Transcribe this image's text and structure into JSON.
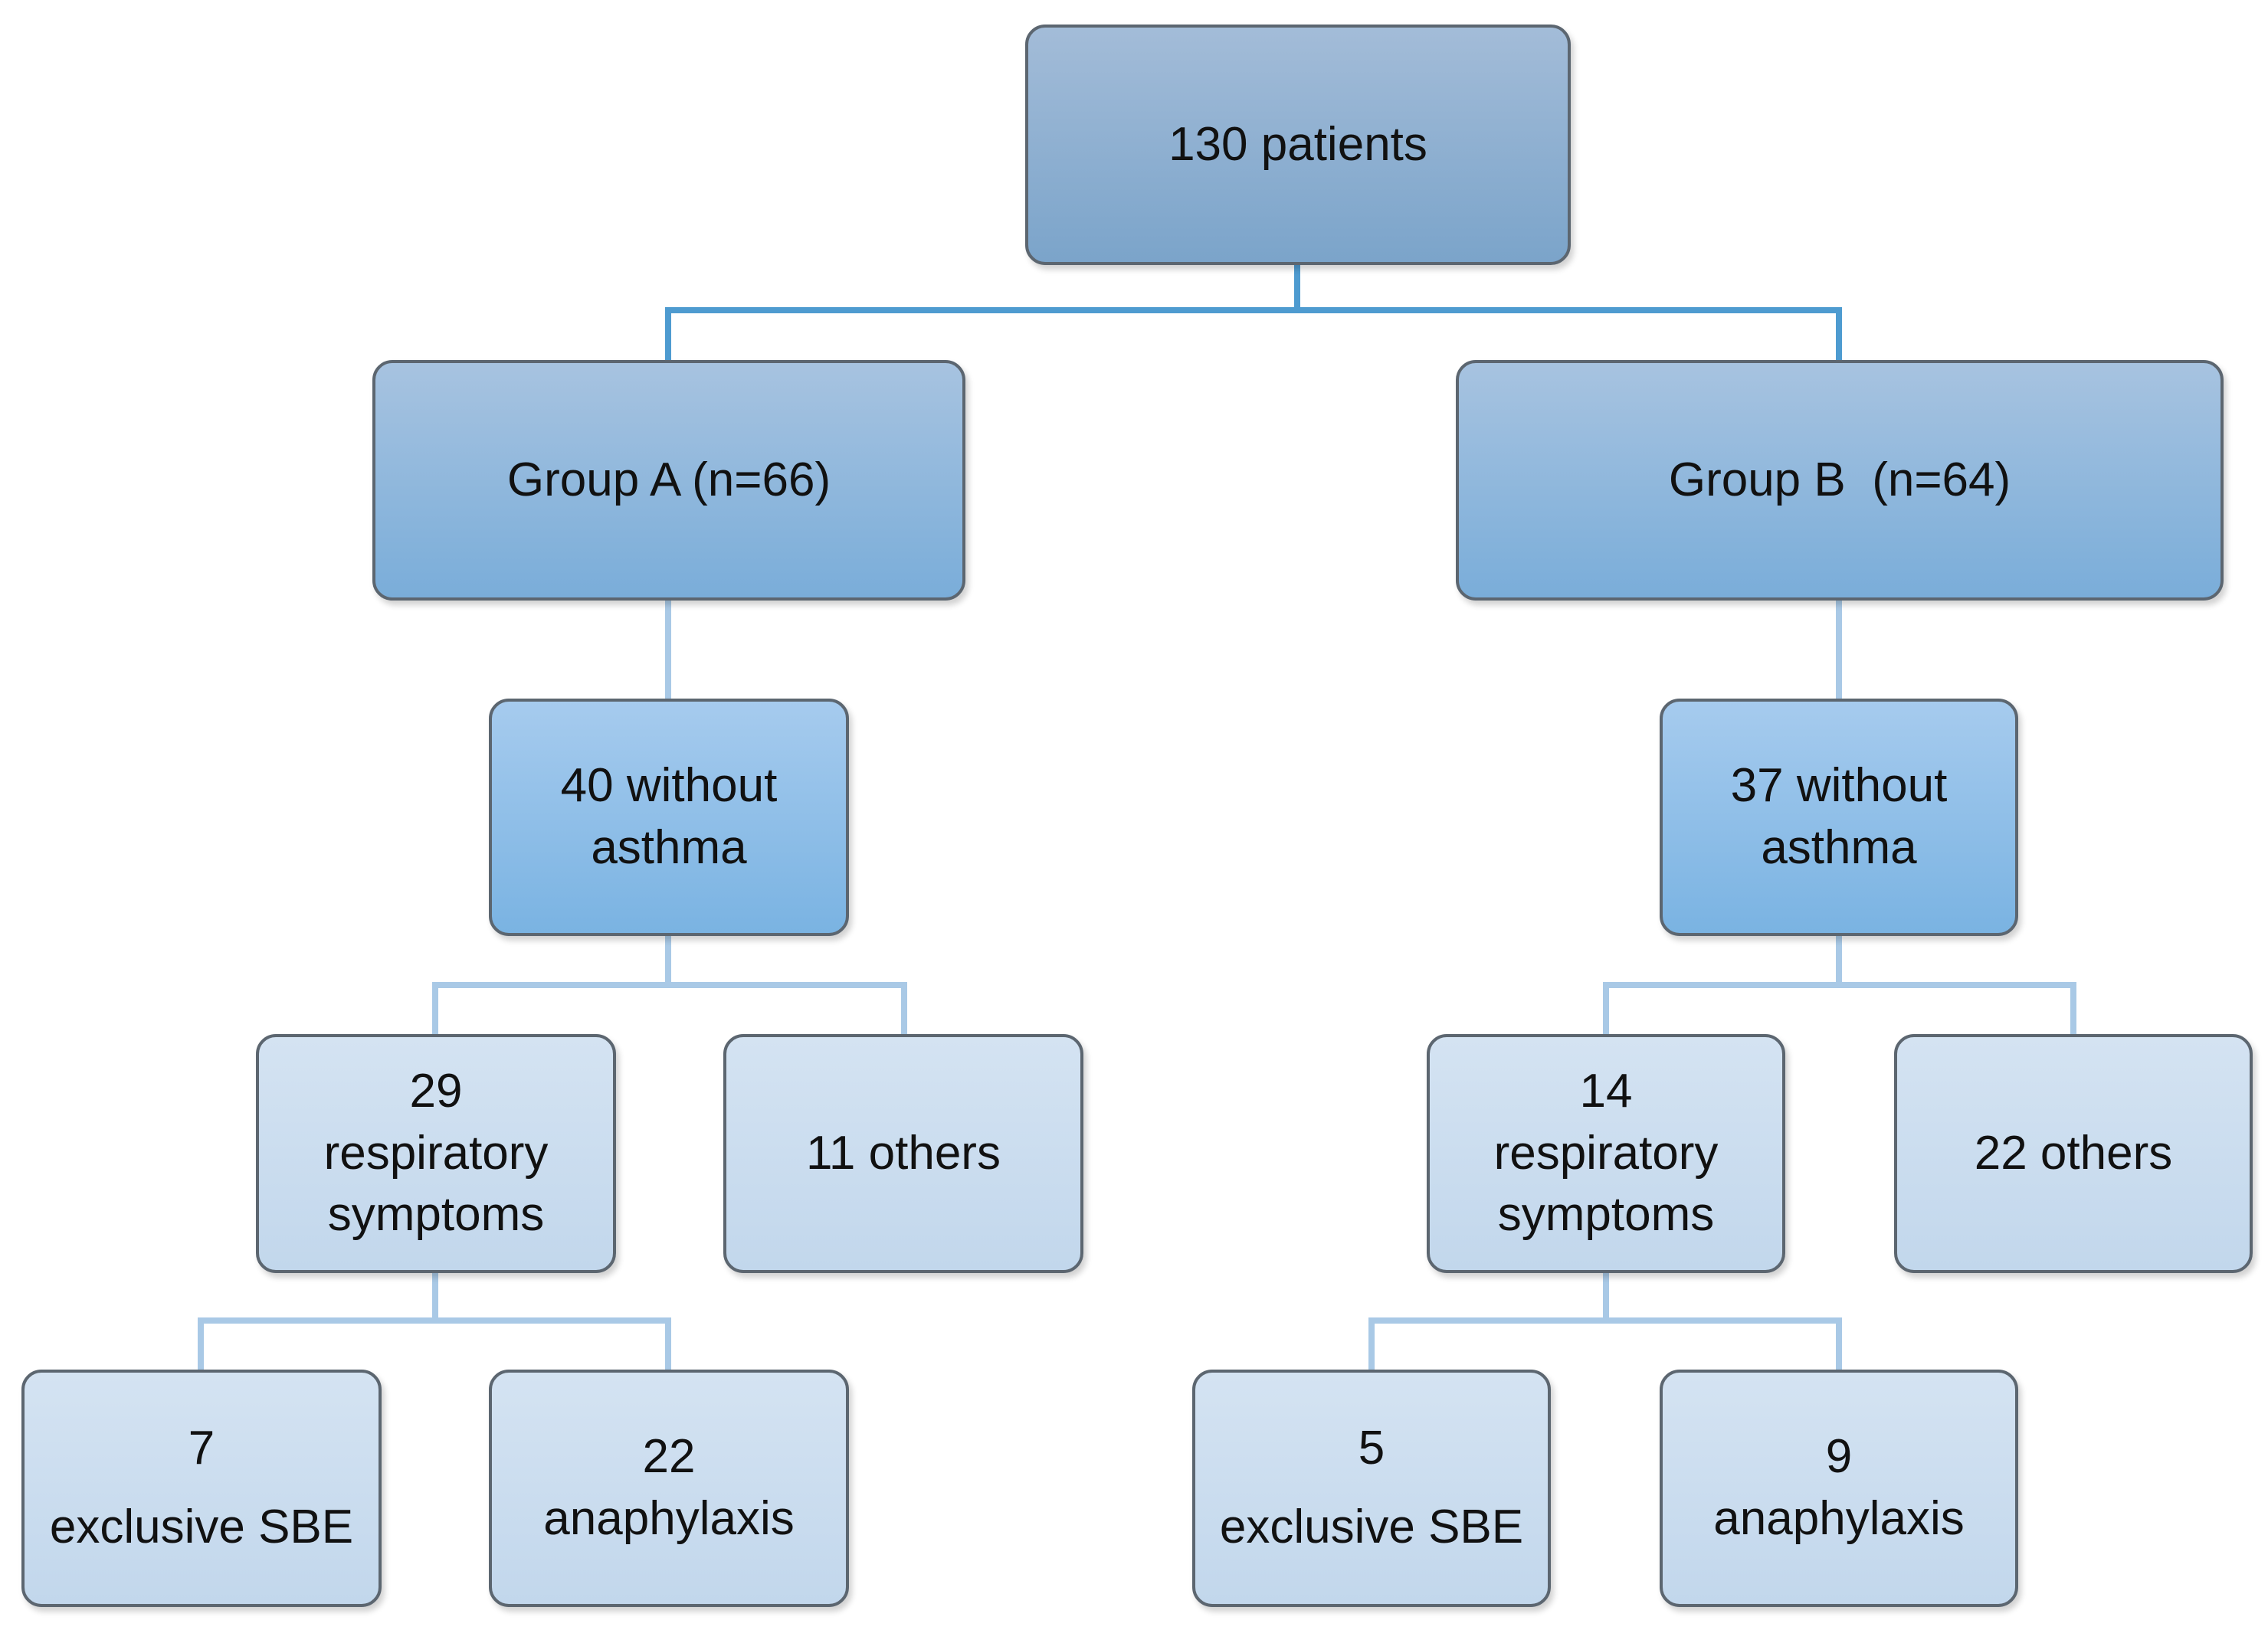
{
  "root": {
    "label": "130 patients"
  },
  "groups": [
    {
      "label": "Group A (n=66)",
      "without_asthma": {
        "line1": "40 without",
        "line2": "asthma"
      },
      "respiratory": {
        "line1": "29",
        "line2": "respiratory",
        "line3": "symptoms"
      },
      "others": {
        "label": "11 others"
      },
      "exclusive_sbe": {
        "count": "7",
        "label": "exclusive SBE"
      },
      "anaphylaxis": {
        "count": "22",
        "label": "anaphylaxis"
      }
    },
    {
      "label": "Group B  (n=64)",
      "without_asthma": {
        "line1": "37 without",
        "line2": "asthma"
      },
      "respiratory": {
        "line1": "14",
        "line2": "respiratory",
        "line3": "symptoms"
      },
      "others": {
        "label": "22 others"
      },
      "exclusive_sbe": {
        "count": "5",
        "label": "exclusive SBE"
      },
      "anaphylaxis": {
        "count": "9",
        "label": "anaphylaxis"
      }
    }
  ],
  "colors": {
    "connector_dark": "#4e9bd0",
    "connector_light": "#a9c9e6",
    "box_border": "#5c6670"
  }
}
